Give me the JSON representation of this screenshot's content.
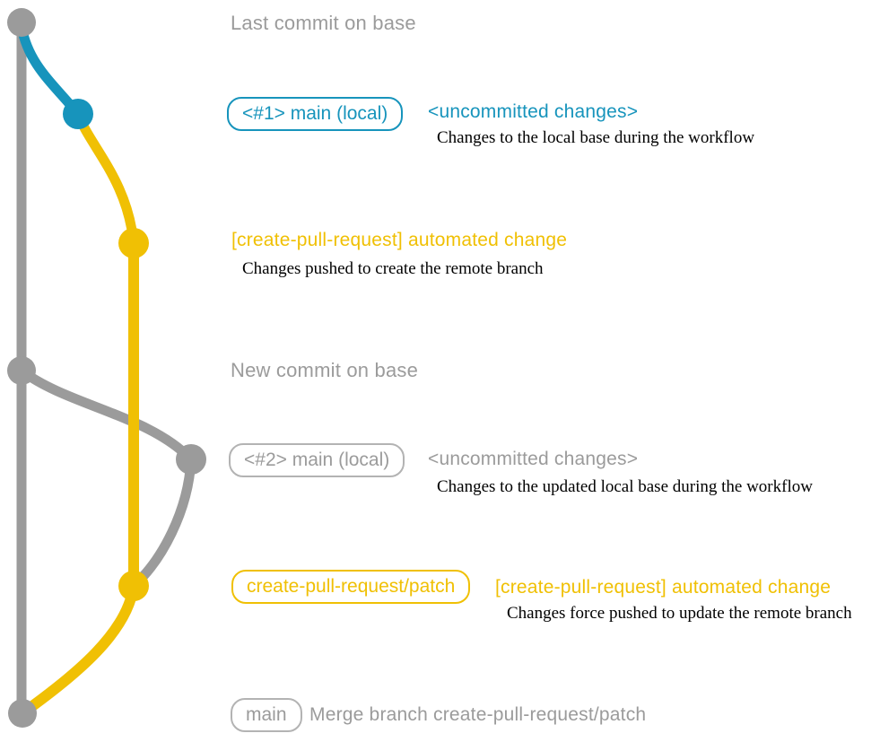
{
  "colors": {
    "gray": "#9b9b9b",
    "blue": "#1794bc",
    "yellow": "#f0c004",
    "desc_text": "#000000",
    "background": "#ffffff"
  },
  "rows": {
    "r0": {
      "title": "Last commit on base"
    },
    "r1": {
      "badge": "<#1> main (local)",
      "title": "<uncommitted changes>",
      "desc": "Changes to the local base during the workflow"
    },
    "r2": {
      "title": "[create-pull-request] automated change",
      "desc": "Changes pushed to create the remote branch"
    },
    "r3": {
      "title": "New commit on base"
    },
    "r4": {
      "badge": "<#2> main (local)",
      "title": "<uncommitted changes>",
      "desc": "Changes to the updated local base during the workflow"
    },
    "r5": {
      "badge": "create-pull-request/patch",
      "title": "[create-pull-request] automated change",
      "desc": "Changes force pushed to update the remote branch"
    },
    "r6": {
      "badge": "main",
      "title": "Merge branch create-pull-request/patch"
    }
  }
}
